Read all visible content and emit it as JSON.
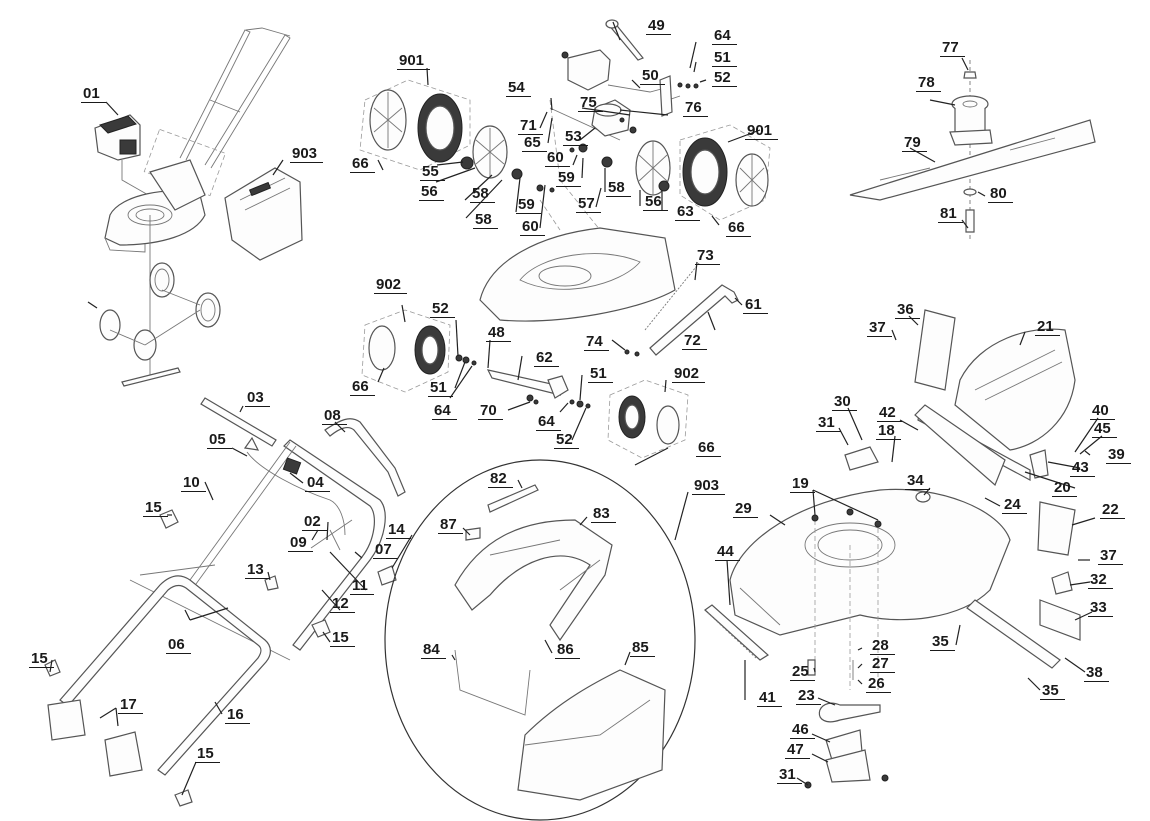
{
  "diagram": {
    "title": "Lawn mower exploded parts view",
    "labels": [
      {
        "id": "l-01",
        "text": "01",
        "part": "engine"
      },
      {
        "id": "l-903a",
        "text": "903",
        "part": "grass-catcher-assembly"
      },
      {
        "id": "l-901a",
        "text": "901",
        "part": "rear-wheel-assembly-left"
      },
      {
        "id": "l-66a",
        "text": "66",
        "part": "screw"
      },
      {
        "id": "l-55",
        "text": "55",
        "part": "nut"
      },
      {
        "id": "l-56a",
        "text": "56",
        "part": "gear-wheel"
      },
      {
        "id": "l-58a",
        "text": "58",
        "part": "bushing"
      },
      {
        "id": "l-58b",
        "text": "58",
        "part": "bushing"
      },
      {
        "id": "l-59a",
        "text": "59",
        "part": "washer"
      },
      {
        "id": "l-60a",
        "text": "60",
        "part": "pin"
      },
      {
        "id": "l-54",
        "text": "54",
        "part": "pin"
      },
      {
        "id": "l-71",
        "text": "71",
        "part": "drive-shaft"
      },
      {
        "id": "l-65",
        "text": "65",
        "part": "shaft"
      },
      {
        "id": "l-53",
        "text": "53",
        "part": "gearbox"
      },
      {
        "id": "l-60b",
        "text": "60",
        "part": "pin"
      },
      {
        "id": "l-59b",
        "text": "59",
        "part": "washer"
      },
      {
        "id": "l-57",
        "text": "57",
        "part": "clip"
      },
      {
        "id": "l-58c",
        "text": "58",
        "part": "bushing"
      },
      {
        "id": "l-56b",
        "text": "56",
        "part": "gear-wheel"
      },
      {
        "id": "l-63",
        "text": "63",
        "part": "nut"
      },
      {
        "id": "l-901b",
        "text": "901",
        "part": "rear-wheel-assembly-right"
      },
      {
        "id": "l-66b",
        "text": "66",
        "part": "screw"
      },
      {
        "id": "l-49",
        "text": "49",
        "part": "height-adjust-lever"
      },
      {
        "id": "l-50",
        "text": "50",
        "part": "rear-axle-bracket"
      },
      {
        "id": "l-64a",
        "text": "64",
        "part": "washer"
      },
      {
        "id": "l-51a",
        "text": "51",
        "part": "washer"
      },
      {
        "id": "l-52a",
        "text": "52",
        "part": "nut"
      },
      {
        "id": "l-75",
        "text": "75",
        "part": "screw"
      },
      {
        "id": "l-76",
        "text": "76",
        "part": "nut"
      },
      {
        "id": "l-77",
        "text": "77",
        "part": "key"
      },
      {
        "id": "l-78",
        "text": "78",
        "part": "blade-holder"
      },
      {
        "id": "l-79",
        "text": "79",
        "part": "blade"
      },
      {
        "id": "l-80",
        "text": "80",
        "part": "washer"
      },
      {
        "id": "l-81",
        "text": "81",
        "part": "blade-bolt"
      },
      {
        "id": "l-902a",
        "text": "902",
        "part": "front-wheel-assembly-left"
      },
      {
        "id": "l-52b",
        "text": "52",
        "part": "nut"
      },
      {
        "id": "l-48",
        "text": "48",
        "part": "screw"
      },
      {
        "id": "l-66c",
        "text": "66",
        "part": "screw"
      },
      {
        "id": "l-51b",
        "text": "51",
        "part": "washer"
      },
      {
        "id": "l-64b",
        "text": "64",
        "part": "washer"
      },
      {
        "id": "l-62",
        "text": "62",
        "part": "front-axle"
      },
      {
        "id": "l-70",
        "text": "70",
        "part": "screw-set"
      },
      {
        "id": "l-64c",
        "text": "64",
        "part": "washer"
      },
      {
        "id": "l-51c",
        "text": "51",
        "part": "washer"
      },
      {
        "id": "l-52c",
        "text": "52",
        "part": "nut"
      },
      {
        "id": "l-902b",
        "text": "902",
        "part": "front-wheel-assembly-right"
      },
      {
        "id": "l-66d",
        "text": "66",
        "part": "screw"
      },
      {
        "id": "l-73",
        "text": "73",
        "part": "spring"
      },
      {
        "id": "l-72",
        "text": "72",
        "part": "adjustment-rod"
      },
      {
        "id": "l-61",
        "text": "61",
        "part": "clip"
      },
      {
        "id": "l-74",
        "text": "74",
        "part": "split-pin"
      },
      {
        "id": "l-03",
        "text": "03",
        "part": "handle-grip"
      },
      {
        "id": "l-08",
        "text": "08",
        "part": "drive-lever"
      },
      {
        "id": "l-05",
        "text": "05",
        "part": "cable-clamp"
      },
      {
        "id": "l-04",
        "text": "04",
        "part": "switch-box"
      },
      {
        "id": "l-10",
        "text": "10",
        "part": "screw"
      },
      {
        "id": "l-15a",
        "text": "15",
        "part": "knob"
      },
      {
        "id": "l-02",
        "text": "02",
        "part": "cable"
      },
      {
        "id": "l-09",
        "text": "09",
        "part": "screw"
      },
      {
        "id": "l-07",
        "text": "07",
        "part": "screw"
      },
      {
        "id": "l-14",
        "text": "14",
        "part": "cable-holder"
      },
      {
        "id": "l-11",
        "text": "11",
        "part": "starter-rope-guide"
      },
      {
        "id": "l-12",
        "text": "12",
        "part": "upper-handle"
      },
      {
        "id": "l-13",
        "text": "13",
        "part": "cable-clip"
      },
      {
        "id": "l-15b",
        "text": "15",
        "part": "knob"
      },
      {
        "id": "l-06",
        "text": "06",
        "part": "screws"
      },
      {
        "id": "l-15c",
        "text": "15",
        "part": "knob"
      },
      {
        "id": "l-17",
        "text": "17",
        "part": "screws"
      },
      {
        "id": "l-16",
        "text": "16",
        "part": "lower-handle"
      },
      {
        "id": "l-15d",
        "text": "15",
        "part": "knob"
      },
      {
        "id": "l-82",
        "text": "82",
        "part": "fill-indicator"
      },
      {
        "id": "l-87",
        "text": "87",
        "part": "clip"
      },
      {
        "id": "l-83",
        "text": "83",
        "part": "catcher-top"
      },
      {
        "id": "l-903b",
        "text": "903",
        "part": "grass-catcher-assembly"
      },
      {
        "id": "l-84",
        "text": "84",
        "part": "catcher-frame"
      },
      {
        "id": "l-86",
        "text": "86",
        "part": "screw"
      },
      {
        "id": "l-85",
        "text": "85",
        "part": "catcher-bag"
      },
      {
        "id": "l-36",
        "text": "36",
        "part": "bracket-left"
      },
      {
        "id": "l-37a",
        "text": "37",
        "part": "nut"
      },
      {
        "id": "l-21",
        "text": "21",
        "part": "rear-flap"
      },
      {
        "id": "l-30",
        "text": "30",
        "part": "cover-plate"
      },
      {
        "id": "l-31a",
        "text": "31",
        "part": "screw"
      },
      {
        "id": "l-18",
        "text": "18",
        "part": "nut"
      },
      {
        "id": "l-42",
        "text": "42",
        "part": "hinge-bracket"
      },
      {
        "id": "l-40",
        "text": "40",
        "part": "spring"
      },
      {
        "id": "l-45",
        "text": "45",
        "part": "washer"
      },
      {
        "id": "l-39",
        "text": "39",
        "part": "screw"
      },
      {
        "id": "l-43",
        "text": "43",
        "part": "torsion-spring"
      },
      {
        "id": "l-20",
        "text": "20",
        "part": "flap-shaft"
      },
      {
        "id": "l-19",
        "text": "19",
        "part": "engine-bolts"
      },
      {
        "id": "l-34",
        "text": "34",
        "part": "grommet"
      },
      {
        "id": "l-24",
        "text": "24",
        "part": "screw"
      },
      {
        "id": "l-29",
        "text": "29",
        "part": "deck"
      },
      {
        "id": "l-22",
        "text": "22",
        "part": "bracket-right"
      },
      {
        "id": "l-44",
        "text": "44",
        "part": "screw"
      },
      {
        "id": "l-37b",
        "text": "37",
        "part": "nut"
      },
      {
        "id": "l-32",
        "text": "32",
        "part": "bushing"
      },
      {
        "id": "l-33",
        "text": "33",
        "part": "mulch-plug"
      },
      {
        "id": "l-35a",
        "text": "35",
        "part": "spring-clip"
      },
      {
        "id": "l-28",
        "text": "28",
        "part": "washer"
      },
      {
        "id": "l-27",
        "text": "27",
        "part": "lock-washer"
      },
      {
        "id": "l-25",
        "text": "25",
        "part": "bolt"
      },
      {
        "id": "l-26",
        "text": "26",
        "part": "screw"
      },
      {
        "id": "l-41",
        "text": "41",
        "part": "front-guard"
      },
      {
        "id": "l-38",
        "text": "38",
        "part": "side-flap"
      },
      {
        "id": "l-35b",
        "text": "35",
        "part": "spring-clip"
      },
      {
        "id": "l-23",
        "text": "23",
        "part": "cable-guide"
      },
      {
        "id": "l-46",
        "text": "46",
        "part": "cable-bracket-upper"
      },
      {
        "id": "l-47",
        "text": "47",
        "part": "cable-bracket-lower"
      },
      {
        "id": "l-31b",
        "text": "31",
        "part": "screw"
      }
    ]
  }
}
